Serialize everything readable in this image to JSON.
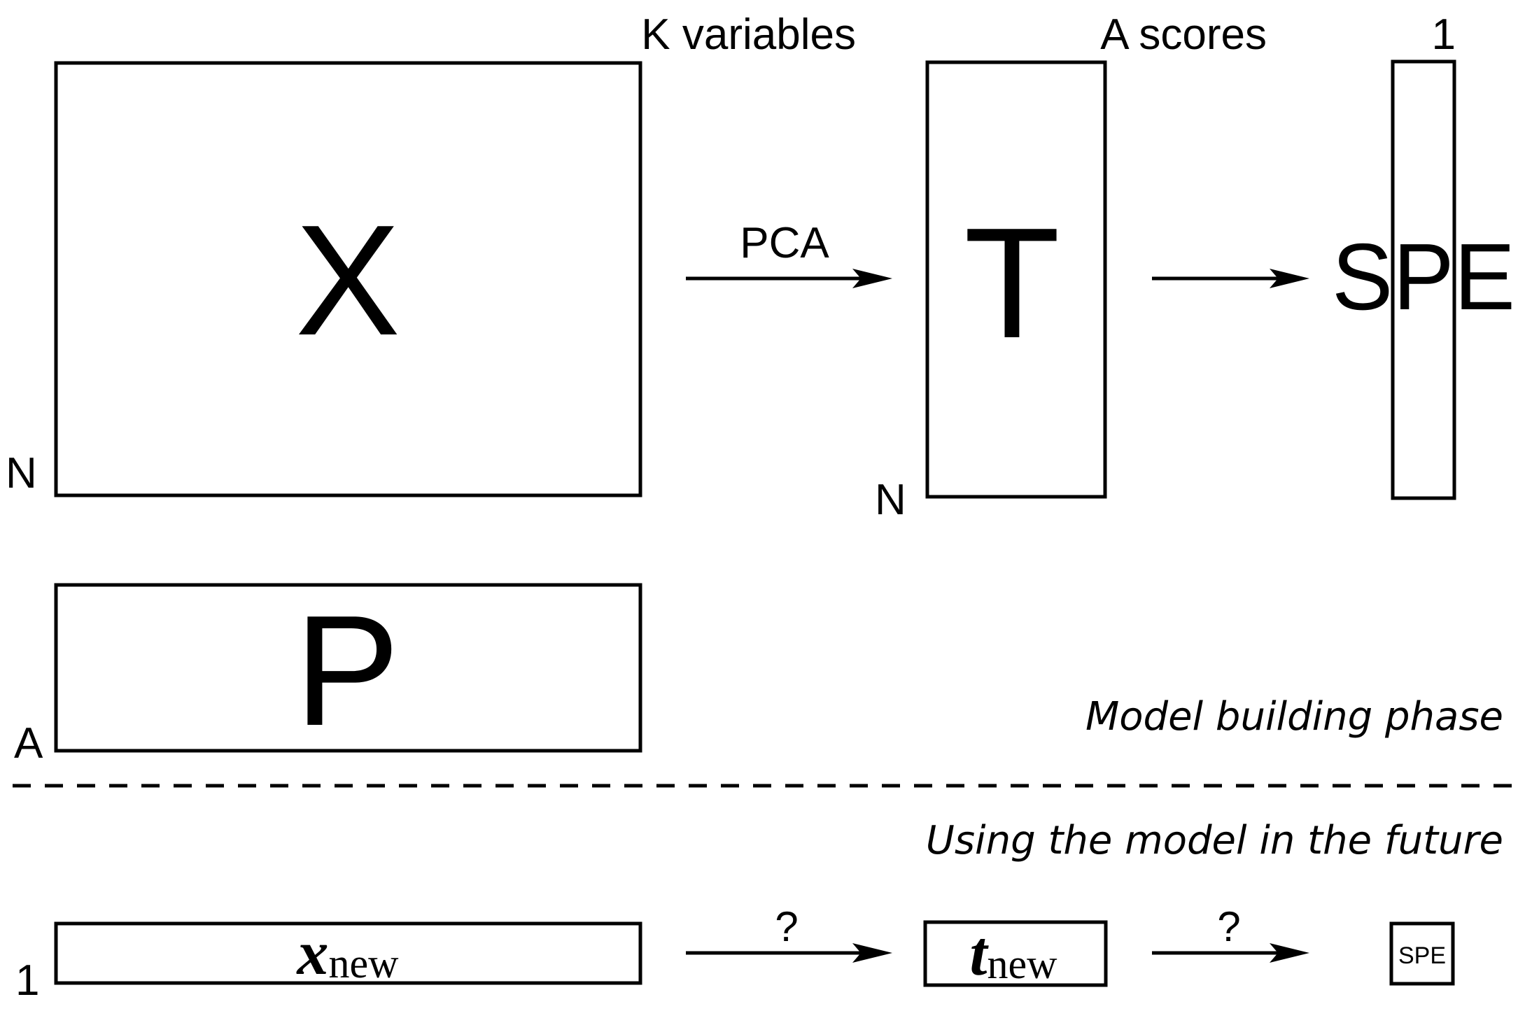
{
  "labels": {
    "k_variables": "K variables",
    "a_scores": "A scores",
    "one_top": "1",
    "n_x": "N",
    "n_t": "N",
    "a_p": "A",
    "one_bottom": "1",
    "pca": "PCA",
    "question_1": "?",
    "question_2": "?"
  },
  "matrices": {
    "x": "X",
    "t": "T",
    "spe": "SPE",
    "p": "P",
    "x_new_main": "x",
    "x_new_sub": "new",
    "t_new_main": "t",
    "t_new_sub": "new",
    "spe_small": "SPE"
  },
  "phases": {
    "model_building": "Model building phase",
    "using_model": "Using the model in the future"
  },
  "colors": {
    "stroke": "#000000",
    "background": "#ffffff"
  }
}
